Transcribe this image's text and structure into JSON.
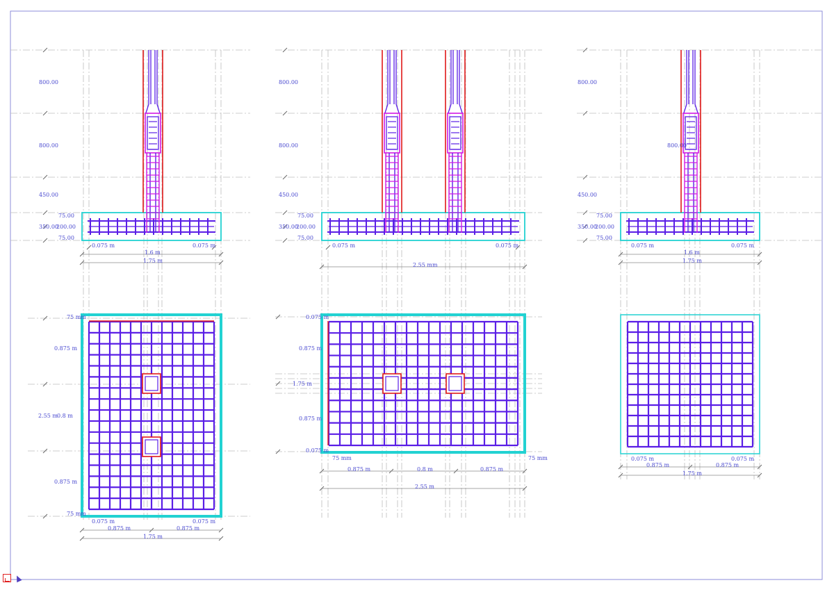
{
  "drawing": {
    "colors": {
      "concrete": "#22d2d2",
      "rebar": "#5a1ee6",
      "column_outline": "#e01818",
      "stirrup": "#d218e6",
      "dimension": "#4a4ad0",
      "axis": "#bdbdbd",
      "frame": "#8c8cd8"
    },
    "elevation_a": {
      "dim_800_upper": "800.00",
      "dim_800_lower": "800.00",
      "dim_450": "450.00",
      "dim_75_top": "75.00",
      "dim_350": "350.00",
      "dim_200": "200.00",
      "dim_75_bottom": "75.00",
      "cover_left": "0.075 m",
      "cover_right": "0.075 m",
      "inner_width": "1.6 m",
      "total_width": "1.75 m"
    },
    "elevation_b": {
      "dim_800_upper": "800.00",
      "dim_800_lower": "800.00",
      "dim_450": "450.00",
      "dim_75_top": "75.00",
      "dim_350": "350.00",
      "dim_200": "200.00",
      "dim_75_bottom": "75.00",
      "cover_left": "0.075 m",
      "cover_right": "0.075 m",
      "total_width": "2.55 mm"
    },
    "elevation_c": {
      "dim_800_upper": "800.00",
      "dim_800_lower": "800.00",
      "dim_450": "450.00",
      "dim_75_top": "75.00",
      "dim_350": "350.00",
      "dim_200": "200.00",
      "dim_75_bottom": "75.00",
      "cover_left": "0.075 m",
      "cover_right": "0.075 m",
      "inner_width": "1.6 m",
      "total_width": "1.75 m"
    },
    "plan_a": {
      "cover_top": "75 mm",
      "seg_top": "0.875 m",
      "total_len": "2.55 m",
      "mid": "0.8 m",
      "seg_bottom": "0.875 m",
      "cover_bottom": "75 mm",
      "cover_left": "0.075 m",
      "cover_right": "0.075 m",
      "seg_left": "0.875 m",
      "seg_right": "0.875 m",
      "total_width": "1.75 m"
    },
    "plan_b": {
      "cover_top": "0.075 m",
      "seg_top": "0.875 m",
      "mid": "1.75 m",
      "seg_bottom": "0.875 m",
      "cover_bottom": "0.075 m",
      "cover_left": "75 mm",
      "cover_right": "75 mm",
      "seg_left": "0.875 m",
      "seg_mid": "0.8 m",
      "seg_right": "0.875 m",
      "total_width": "2.55 m"
    },
    "plan_c": {
      "cover_left": "0.075 m",
      "cover_right": "0.075 m",
      "seg_left": "0.875 m",
      "seg_right": "0.875 m",
      "total_width": "1.75 m"
    }
  }
}
